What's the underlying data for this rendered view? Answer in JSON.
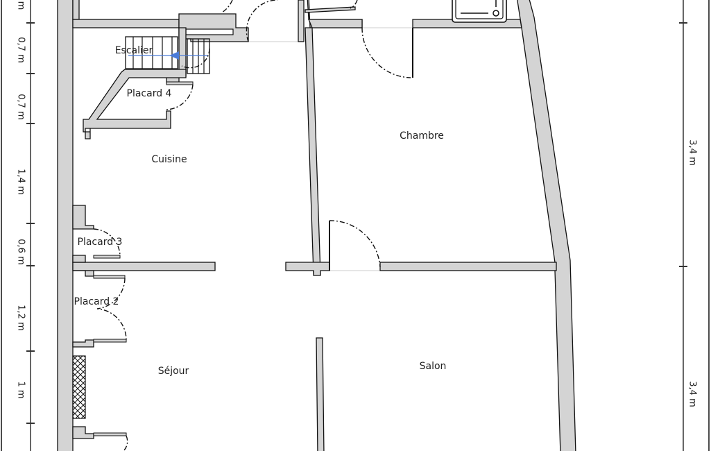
{
  "rooms": {
    "escalier": "Escalier",
    "placard4": "Placard 4",
    "cuisine": "Cuisine",
    "chambre": "Chambre",
    "placard3": "Placard 3",
    "placard2": "Placard 2",
    "sejour": "Séjour",
    "salon": "Salon"
  },
  "left_dimensions": [
    "m",
    "0,7 m",
    "0,7 m",
    "1,4 m",
    "0,6 m",
    "1,2 m",
    "1 m"
  ],
  "right_dimensions": [
    "3,4 m",
    "3,4 m"
  ],
  "colors": {
    "wall": "#d4d4d4",
    "outline": "#111111",
    "arrow": "#4a7bd8"
  }
}
